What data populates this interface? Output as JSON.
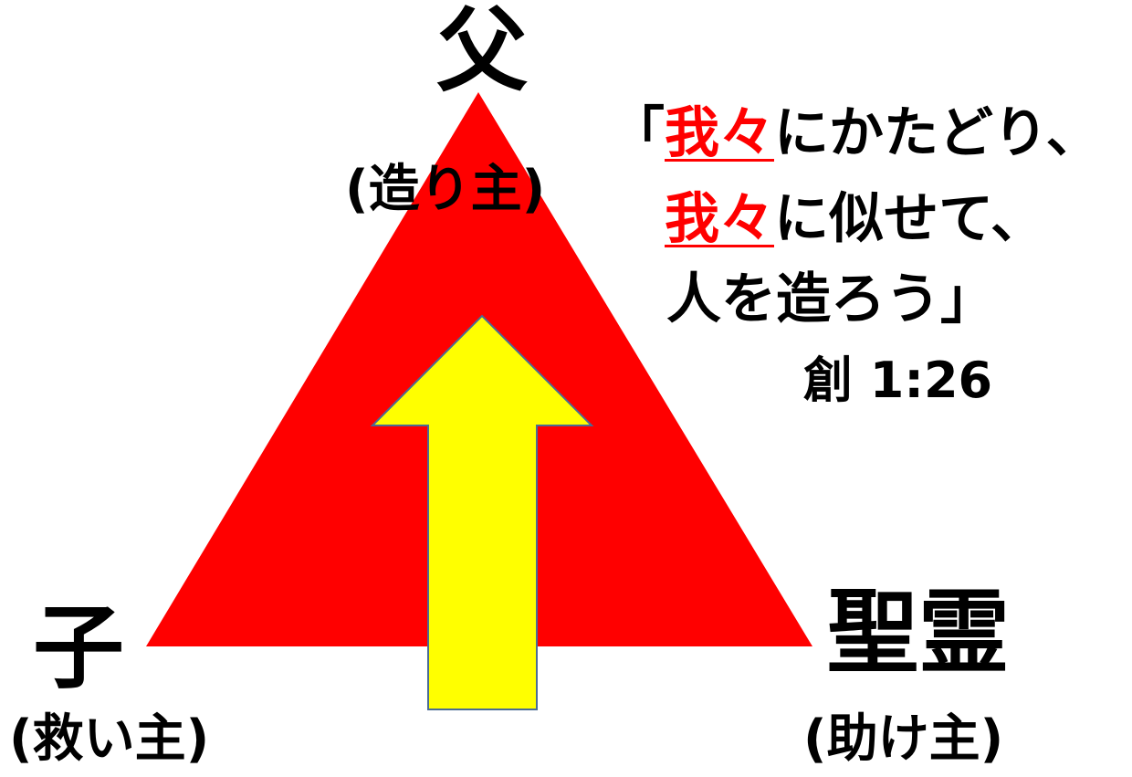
{
  "colors": {
    "triangle": "#ff0000",
    "arrow_fill": "#ffff00",
    "arrow_stroke": "#4a6c94",
    "emphasis": "#ff0000"
  },
  "nodes": {
    "father": {
      "name": "父",
      "role": "(造り主)"
    },
    "son": {
      "name": "子",
      "role": "(救い主)"
    },
    "spirit": {
      "name": "聖霊",
      "role": "(助け主)"
    }
  },
  "quote": {
    "line1": {
      "open": "「",
      "em": "我々",
      "rest": "にかたどり、"
    },
    "line2": {
      "em": "我々",
      "rest": "に似せて、"
    },
    "line3": "人を造ろう」",
    "citation": "創 1:26"
  }
}
